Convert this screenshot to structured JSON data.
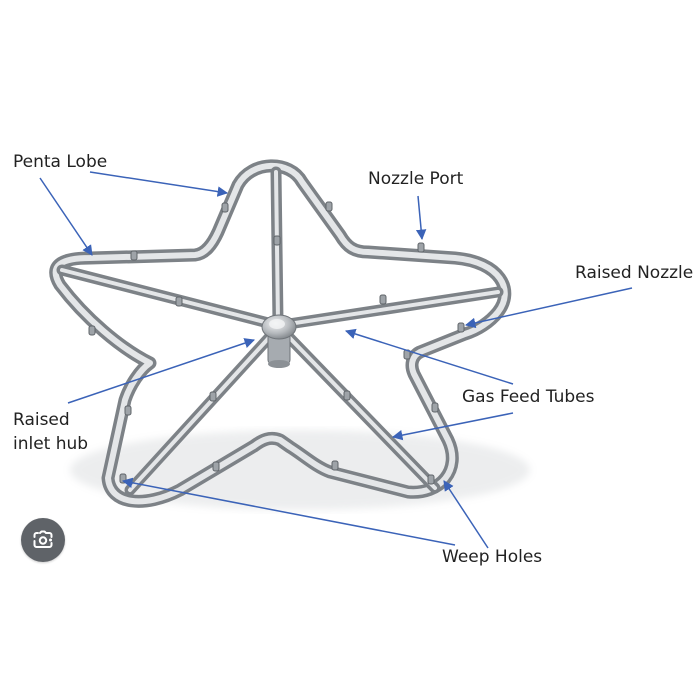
{
  "labels": {
    "penta_lobe": "Penta Lobe",
    "nozzle_port": "Nozzle Port",
    "raised_nozzle": "Raised Nozzle",
    "raised_inlet_hub_line1": "Raised",
    "raised_inlet_hub_line2": "inlet hub",
    "gas_feed_tubes": "Gas Feed Tubes",
    "weep_holes": "Weep Holes"
  },
  "colors": {
    "arrow": "#3b63b8",
    "text": "#222222",
    "metal_dark": "#7d8287",
    "metal_light": "#e4e6e8",
    "lens_button": "#5f6368"
  },
  "icons": {
    "lens_button": "visual-search-icon"
  }
}
